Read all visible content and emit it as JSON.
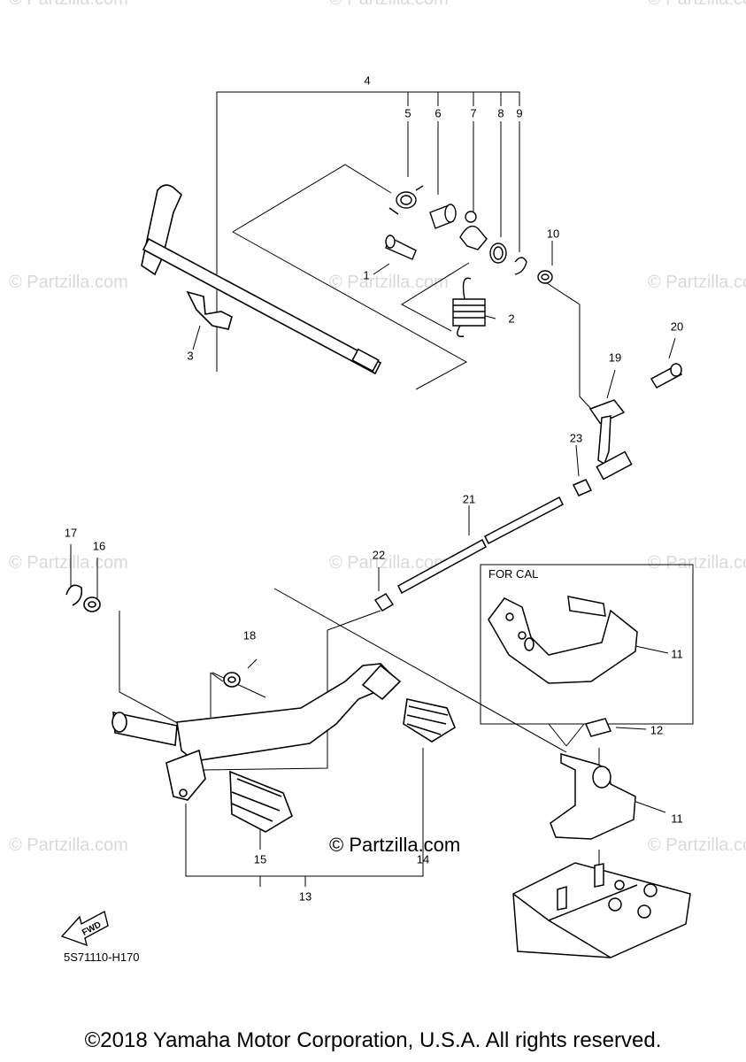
{
  "watermark": {
    "text": "© Partzilla.com"
  },
  "site_mark": "© Partzilla.com",
  "diagram_code": "5S71110-H170",
  "inset_label": "FOR CAL",
  "fwd_label": "FWD",
  "copyright": "©2018 Yamaha Motor Corporation, U.S.A. All rights reserved.",
  "callouts": [
    "1",
    "2",
    "3",
    "4",
    "5",
    "6",
    "7",
    "8",
    "9",
    "10",
    "11",
    "11",
    "12",
    "13",
    "14",
    "15",
    "16",
    "17",
    "18",
    "19",
    "20",
    "21",
    "22",
    "23"
  ]
}
